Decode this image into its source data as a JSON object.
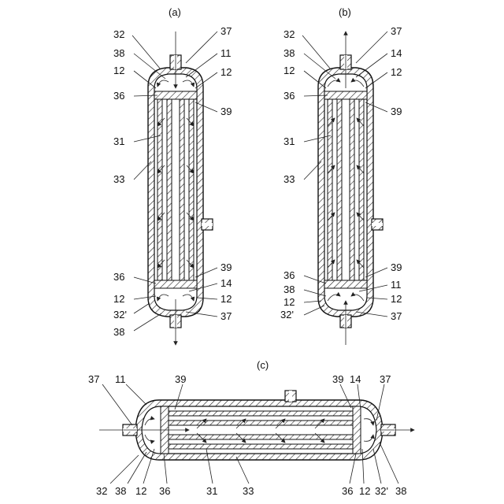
{
  "panels": [
    {
      "id": "a",
      "caption": "(a)",
      "labels": {
        "l32": "32",
        "l38": "38",
        "l12a": "12",
        "l36": "36",
        "l31": "31",
        "l33": "33",
        "l36b": "36",
        "l12b": "12",
        "l32p": "32'",
        "l38b": "38",
        "r37": "37",
        "r11": "11",
        "r12a": "12",
        "r39": "39",
        "r39b": "39",
        "r14": "14",
        "r12b": "12",
        "r37b": "37"
      }
    },
    {
      "id": "b",
      "caption": "(b)",
      "labels": {
        "l32": "32",
        "l38": "38",
        "l12a": "12",
        "l36": "36",
        "l31": "31",
        "l33": "33",
        "l36b": "36",
        "l38b": "38",
        "l12b": "12",
        "l32p": "32'",
        "r37": "37",
        "r14": "14",
        "r12a": "12",
        "r39": "39",
        "r39b": "39",
        "r11": "11",
        "r12b": "12",
        "r37b": "37"
      }
    },
    {
      "id": "c",
      "caption": "(c)",
      "labels": {
        "t37": "37",
        "t11": "11",
        "t39": "39",
        "t39b": "39",
        "t14": "14",
        "t37b": "37",
        "b32": "32",
        "b38": "38",
        "b12": "12",
        "b36": "36",
        "b31": "31",
        "b33": "33",
        "b36b": "36",
        "b12b": "12",
        "b32p": "32'",
        "b38b": "38"
      }
    }
  ],
  "colors": {
    "ink": "#1a1a1a",
    "paper": "#ffffff"
  }
}
